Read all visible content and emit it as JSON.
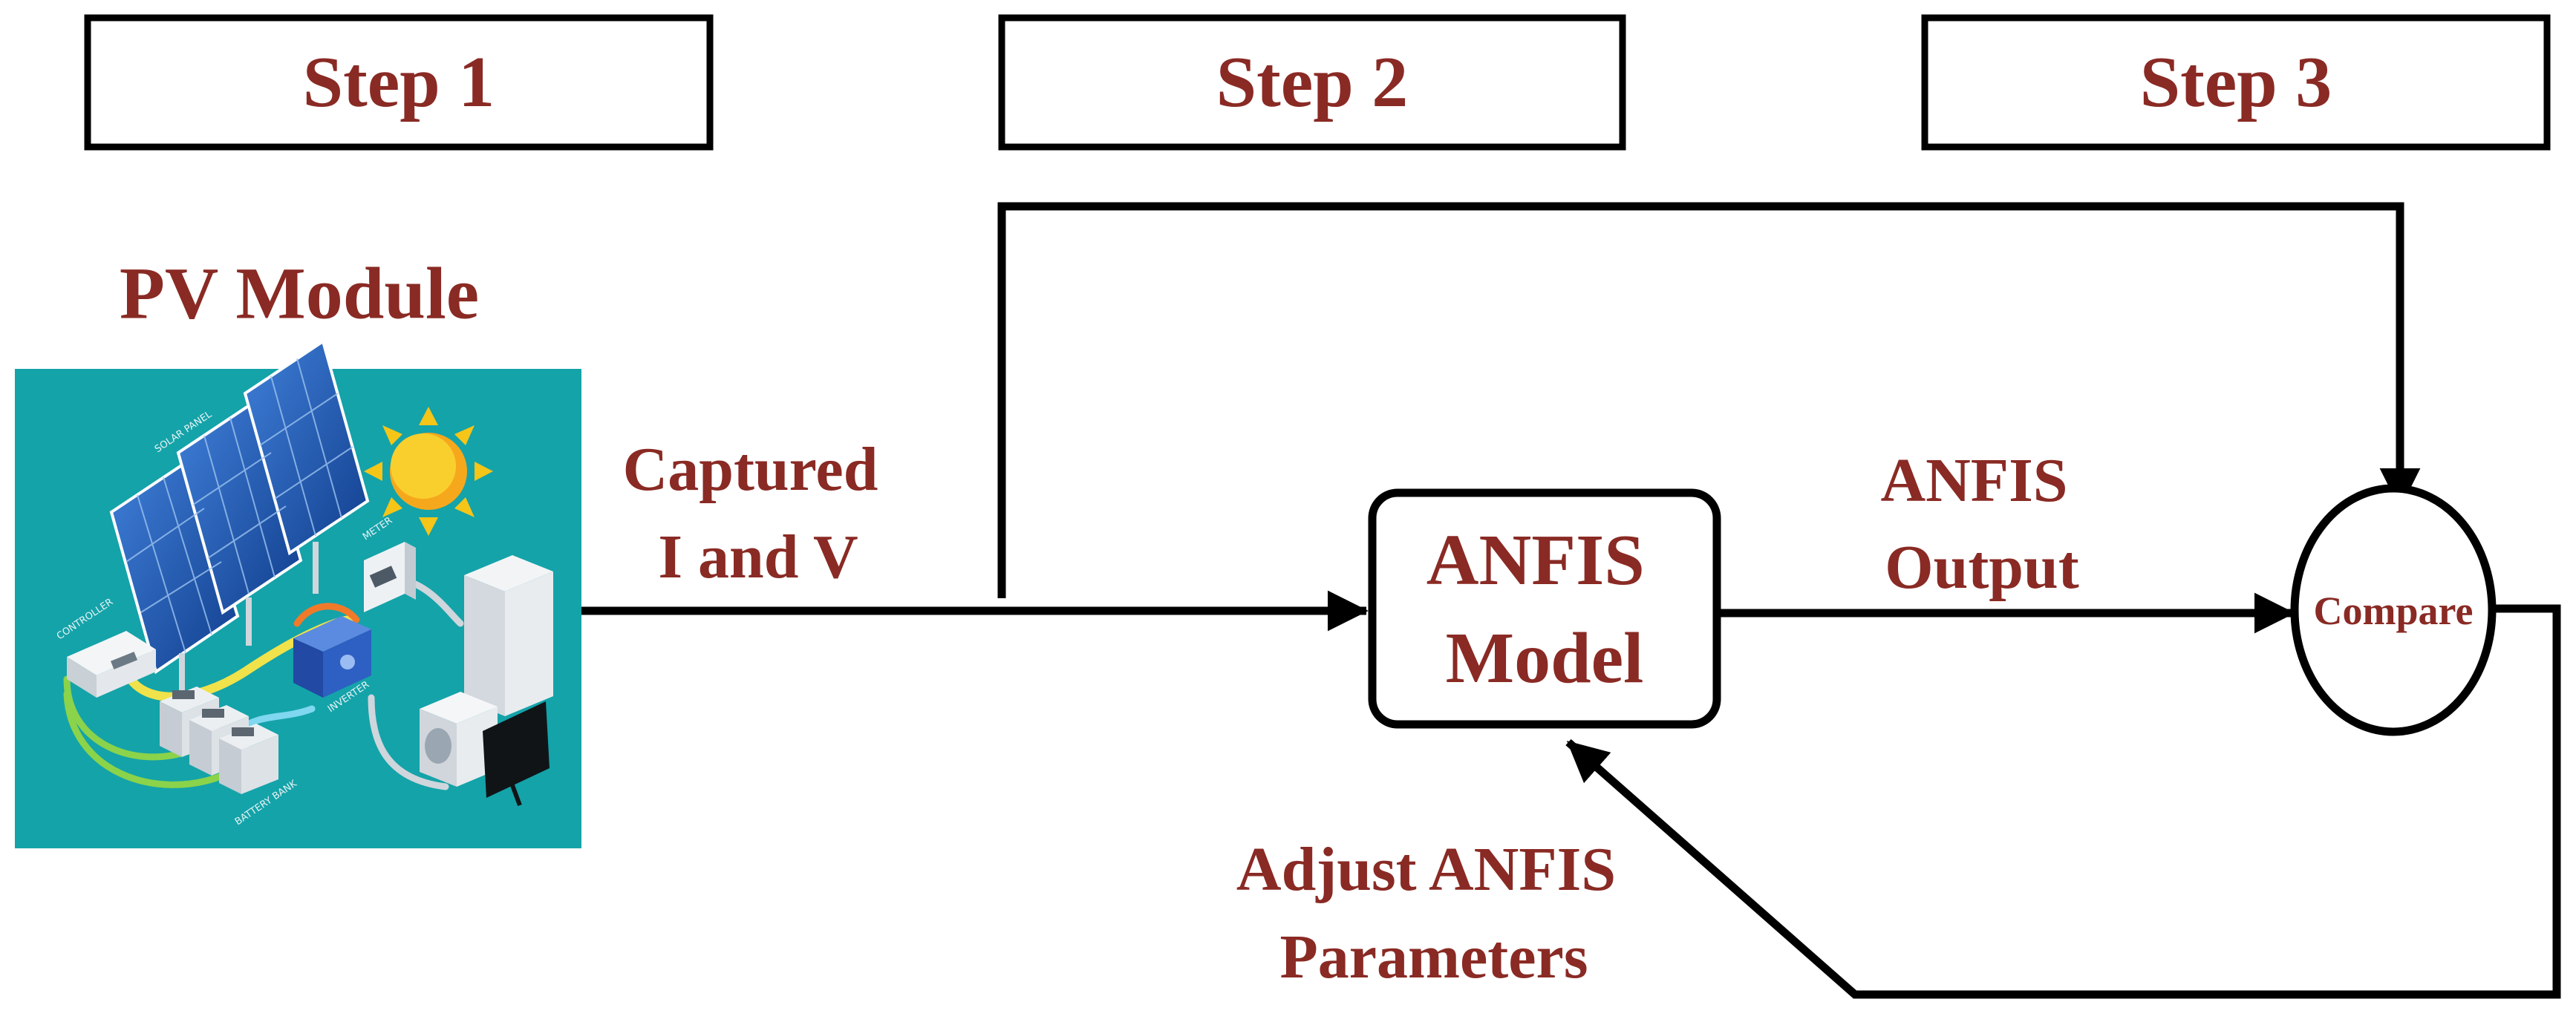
{
  "diagram": {
    "steps": [
      "Step 1",
      "Step 2",
      "Step 3"
    ],
    "pv_module": {
      "title": "PV Module",
      "illustration_labels": [
        "SOLAR PANEL",
        "CONTROLLER",
        "METER",
        "INVERTER",
        "BATTERY BANK"
      ]
    },
    "captured_label": [
      "Captured",
      "I and V"
    ],
    "anfis_model": [
      "ANFIS",
      "Model"
    ],
    "anfis_output_label": [
      "ANFIS",
      "Output"
    ],
    "compare": "Compare",
    "adjust_label": [
      "Adjust ANFIS",
      "Parameters"
    ]
  },
  "colors": {
    "text": "#8a2a24",
    "line": "#000000",
    "illustration_bg": "#14a3a9",
    "sun": "#f5c518",
    "panel": "#1d4fa3",
    "battery_cable": "#8bd34a",
    "controller_cable": "#f0e24a",
    "inverter": "#2e5fc2"
  }
}
